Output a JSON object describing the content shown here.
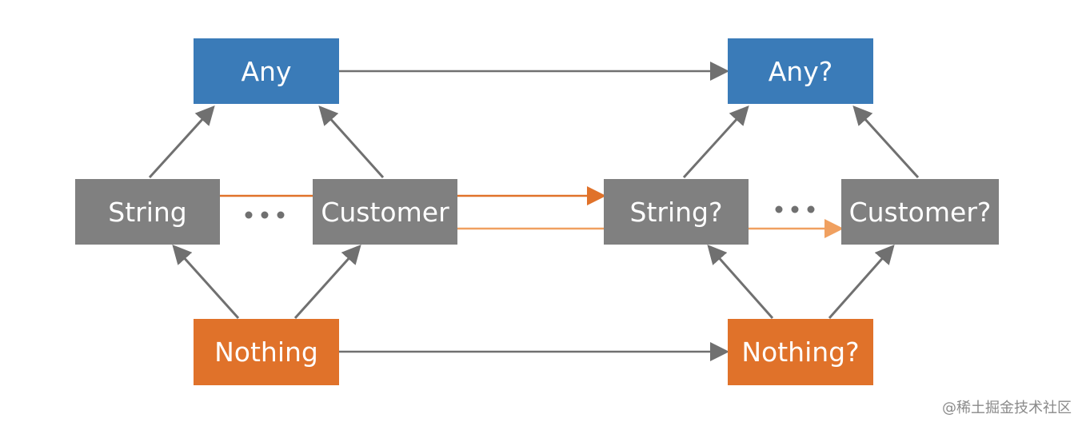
{
  "nodes": {
    "any": "Any",
    "any_nullable": "Any?",
    "string": "String",
    "customer": "Customer",
    "string_nullable": "String?",
    "customer_nullable": "Customer?",
    "nothing": "Nothing",
    "nothing_nullable": "Nothing?"
  },
  "watermark": "@稀土掘金技术社区",
  "colors": {
    "blue": "#3a7bb8",
    "gray": "#808080",
    "orange": "#e0722a",
    "light_orange": "#f0a060",
    "arrow": "#707070"
  }
}
